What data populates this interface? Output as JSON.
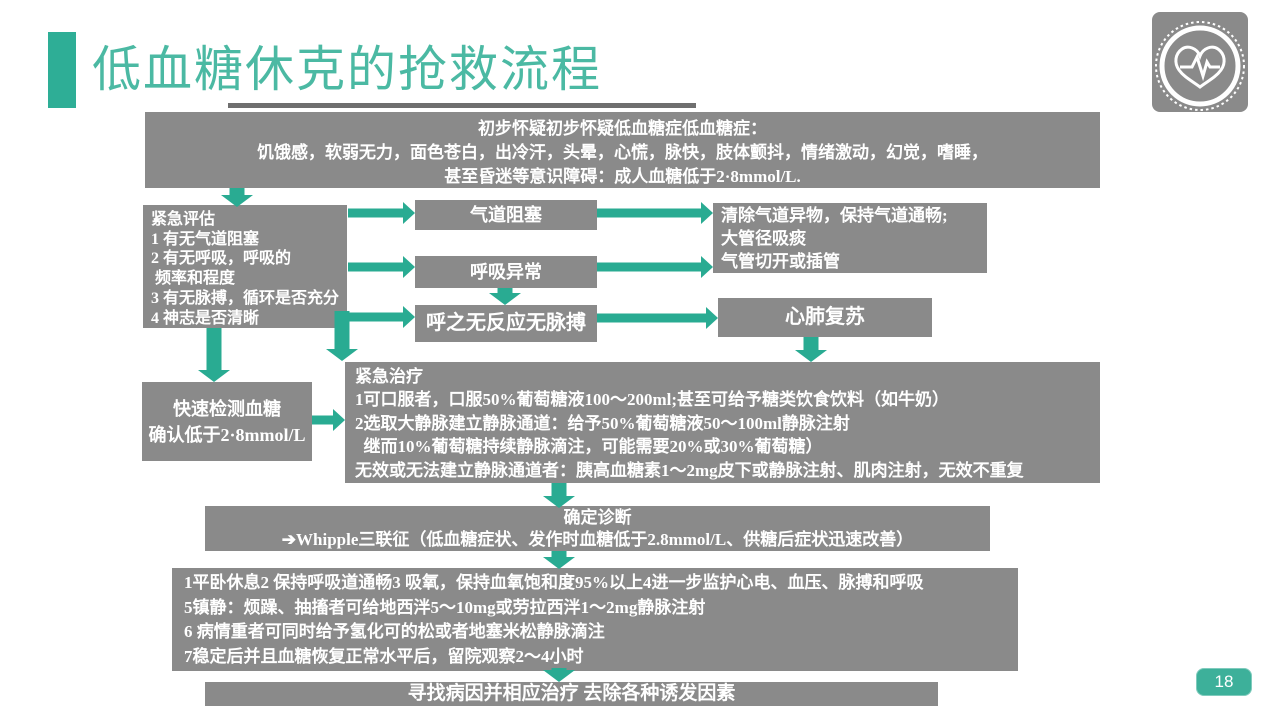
{
  "slide": {
    "title": "低血糖休克的抢救流程",
    "page_number": "18",
    "logo_icon": "heart-pulse-icon",
    "colors": {
      "accent": "#2EAE96",
      "title": "#4BB9A3",
      "box_gray": "#8A8A8A",
      "arrow": "#29AB92",
      "badge": "#3DB09A"
    }
  },
  "flow": {
    "suspect_box": {
      "lines": [
        "初步怀疑初步怀疑低血糖症低血糖症：",
        "饥饿感，软弱无力，面色苍白，出冷汗，头晕，心慌，脉快，肢体颤抖，情绪激动，幻觉，嗜睡，",
        "甚至昏迷等意识障碍：成人血糖低于2·8mmol/L."
      ]
    },
    "assessment_box": {
      "lines": [
        "紧急评估",
        "1 有无气道阻塞",
        "2 有无呼吸，呼吸的",
        " 频率和程度",
        "3 有无脉搏，循环是否充分",
        "4 神志是否清晰"
      ]
    },
    "airway_box": {
      "label": "气道阻塞"
    },
    "breathing_box": {
      "label": "呼吸异常"
    },
    "no_response_box": {
      "label": "呼之无反应无脉搏"
    },
    "airway_management_box": {
      "lines": [
        "清除气道异物，保持气道通畅;",
        "大管径吸痰",
        "气管切开或插管"
      ]
    },
    "cpr_box": {
      "label": "心肺复苏"
    },
    "glucose_check_box": {
      "lines": [
        "快速检测血糖",
        "确认低于2·8mmol/L"
      ]
    },
    "treatment_box": {
      "lines": [
        "紧急治疗",
        "1可口服者，口服50%葡萄糖液100～200ml;甚至可给予糖类饮食饮料（如牛奶）",
        "2选取大静脉建立静脉通道：给予50%葡萄糖液50～100ml静脉注射",
        "  继而10%葡萄糖持续静脉滴注，可能需要20%或30%葡萄糖）",
        "无效或无法建立静脉通道者：胰高血糖素1～2mg皮下或静脉注射、肌肉注射，无效不重复"
      ]
    },
    "diagnosis_box": {
      "lines": [
        "确定诊断",
        "➔Whipple三联征（低血糖症状、发作时血糖低于2.8mmol/L、供糖后症状迅速改善）"
      ]
    },
    "care_box": {
      "lines": [
        "1平卧休息2 保持呼吸道通畅3 吸氧，保持血氧饱和度95%以上4进一步监护心电、血压、脉搏和呼吸",
        "5镇静：烦躁、抽搐者可给地西泮5～10mg或劳拉西泮1～2mg静脉注射",
        "6 病情重者可同时给予氢化可的松或者地塞米松静脉滴注",
        "7稳定后并且血糖恢复正常水平后，留院观察2～4小时"
      ]
    },
    "etiology_box": {
      "label": "寻找病因并相应治疗 去除各种诱发因素"
    }
  }
}
